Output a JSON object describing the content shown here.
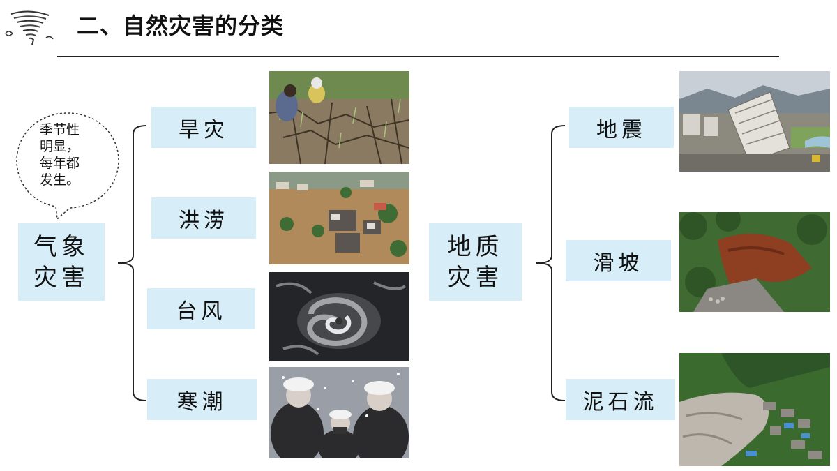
{
  "header": {
    "title": "二、自然灾害的分类",
    "logo_icon": "tornado-icon"
  },
  "speech_bubble": {
    "text": "季节性\n明显，\n每年都\n发生。"
  },
  "left_group": {
    "category": "气象\n灾害",
    "items": [
      {
        "label": "旱灾",
        "photo": "drought-photo"
      },
      {
        "label": "洪涝",
        "photo": "flood-photo"
      },
      {
        "label": "台风",
        "photo": "typhoon-photo"
      },
      {
        "label": "寒潮",
        "photo": "cold-wave-photo"
      }
    ]
  },
  "right_group": {
    "category": "地质\n灾害",
    "items": [
      {
        "label": "地震",
        "photo": "earthquake-photo"
      },
      {
        "label": "滑坡",
        "photo": "landslide-photo"
      },
      {
        "label": "泥石流",
        "photo": "debris-flow-photo"
      }
    ]
  },
  "colors": {
    "box_fill": "#d7eef8",
    "text": "#111111",
    "rule": "#222222"
  }
}
